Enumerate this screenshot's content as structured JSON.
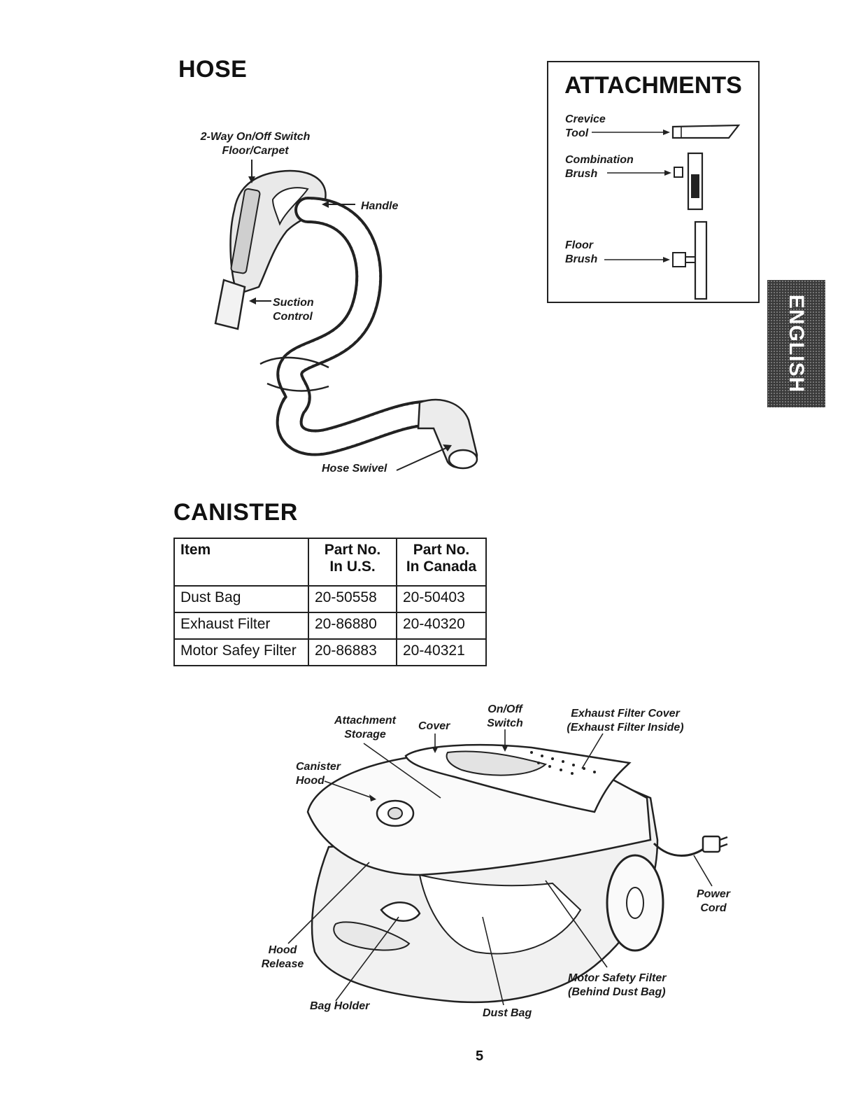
{
  "hose": {
    "heading": "HOSE",
    "labels": {
      "switch_line1": "2-Way On/Off Switch",
      "switch_line2": "Floor/Carpet",
      "handle": "Handle",
      "suction_line1": "Suction",
      "suction_line2": "Control",
      "swivel": "Hose Swivel"
    }
  },
  "attachments": {
    "title": "ATTACHMENTS",
    "items": [
      {
        "line1": "Crevice",
        "line2": "Tool"
      },
      {
        "line1": "Combination",
        "line2": "Brush"
      },
      {
        "line1": "Floor",
        "line2": "Brush"
      }
    ]
  },
  "english_tab": "ENGLISH",
  "canister": {
    "heading": "CANISTER",
    "table": {
      "headers": [
        {
          "line1": "Item",
          "line2": ""
        },
        {
          "line1": "Part No.",
          "line2": "In U.S."
        },
        {
          "line1": "Part No.",
          "line2": "In Canada"
        }
      ],
      "rows": [
        [
          "Dust Bag",
          "20-50558",
          "20-50403"
        ],
        [
          "Exhaust Filter",
          "20-86880",
          "20-40320"
        ],
        [
          "Motor Safey Filter",
          "20-86883",
          "20-40321"
        ]
      ]
    },
    "labels": {
      "attachment_storage_1": "Attachment",
      "attachment_storage_2": "Storage",
      "cover": "Cover",
      "onoff_1": "On/Off",
      "onoff_2": "Switch",
      "exhaust_1": "Exhaust Filter Cover",
      "exhaust_2": "(Exhaust Filter Inside)",
      "canister_hood_1": "Canister",
      "canister_hood_2": "Hood",
      "power_cord_1": "Power",
      "power_cord_2": "Cord",
      "hood_release_1": "Hood",
      "hood_release_2": "Release",
      "motor_filter_1": "Motor Safety Filter",
      "motor_filter_2": "(Behind Dust Bag)",
      "bag_holder": "Bag Holder",
      "dust_bag": "Dust Bag"
    }
  },
  "page_number": "5"
}
